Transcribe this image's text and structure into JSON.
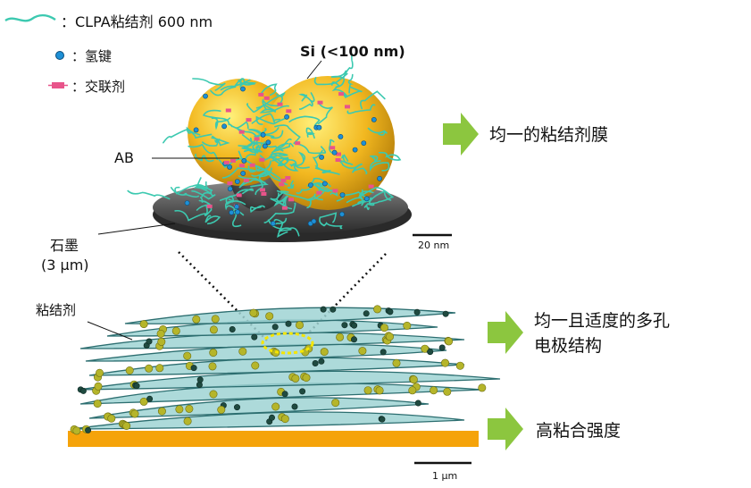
{
  "legend": {
    "binder": "：CLPA粘结剂 600 nm",
    "hbond": "：氢键",
    "crosslinker": "：交联剂"
  },
  "labels": {
    "si": "Si (<100 nm)",
    "ab": "AB",
    "graphite": "石墨",
    "graphite_size": "(3 µm)",
    "binder": "粘结剂",
    "scale_top": "20 nm",
    "scale_bottom": "1 µm"
  },
  "results": {
    "r1": "均一的粘结剂膜",
    "r2_line1": "均一且适度的多孔",
    "r2_line2": "电极结构",
    "r3": "高粘合强度"
  },
  "colors": {
    "fiber": "#3cc9b0",
    "hbond": "#1e90d6",
    "crosslinker": "#e8548a",
    "sphere": "#f2b820",
    "arrow": "#8cc63f",
    "substrate": "#f5a30a",
    "flake": "#9fd4d4",
    "dot": "#b5b52a"
  }
}
